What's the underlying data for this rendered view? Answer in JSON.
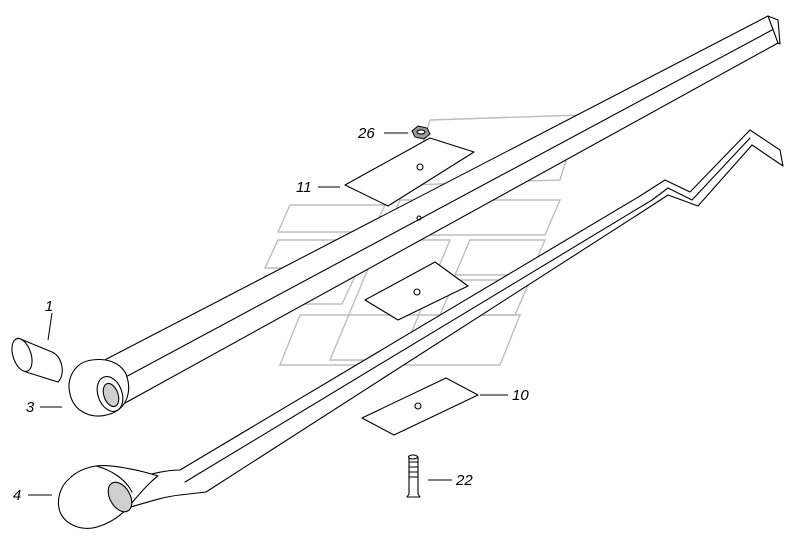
{
  "callouts": {
    "c1": "1",
    "c3": "3",
    "c4": "4",
    "c10": "10",
    "c11": "11",
    "c22": "22",
    "c26": "26"
  }
}
